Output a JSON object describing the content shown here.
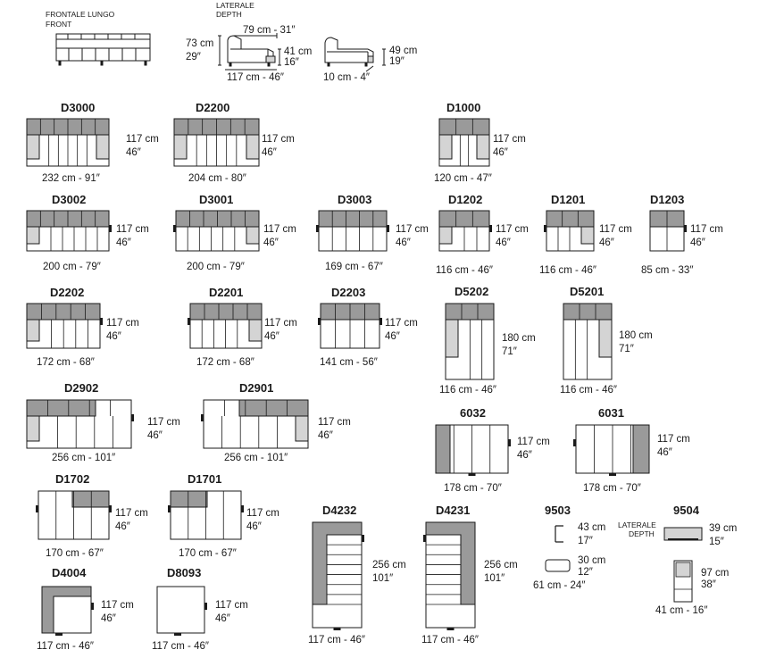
{
  "header": {
    "front_line1": "FRONTALE LUNGO",
    "front_line2": "FRONT",
    "side_line1": "LATERALE",
    "side_line2": "DEPTH",
    "h73a": "73 cm",
    "h73b": "29″",
    "d79": "79 cm - 31″",
    "h41a": "41 cm",
    "h41b": "16″",
    "d117": "117 cm - 46″",
    "d10": "10 cm - 4″",
    "h49a": "49 cm",
    "h49b": "19″"
  },
  "modules": [
    {
      "code": "D3000",
      "width": "232 cm - 91″",
      "depth_cm": "117 cm",
      "depth_in": "46″"
    },
    {
      "code": "D2200",
      "width": "204 cm - 80″",
      "depth_cm": "117 cm",
      "depth_in": "46″"
    },
    {
      "code": "D1000",
      "width": "120 cm - 47″",
      "depth_cm": "117 cm",
      "depth_in": "46″"
    },
    {
      "code": "D3002",
      "width": "200 cm - 79″",
      "depth_cm": "117 cm",
      "depth_in": "46″"
    },
    {
      "code": "D3001",
      "width": "200 cm - 79″",
      "depth_cm": "117 cm",
      "depth_in": "46″"
    },
    {
      "code": "D3003",
      "width": "169 cm - 67″",
      "depth_cm": "117 cm",
      "depth_in": "46″"
    },
    {
      "code": "D1202",
      "width": "116 cm - 46″",
      "depth_cm": "117 cm",
      "depth_in": "46″"
    },
    {
      "code": "D1201",
      "width": "116 cm - 46″",
      "depth_cm": "117 cm",
      "depth_in": "46″"
    },
    {
      "code": "D1203",
      "width": "85 cm - 33″",
      "depth_cm": "117 cm",
      "depth_in": "46″"
    },
    {
      "code": "D2202",
      "width": "172 cm - 68″",
      "depth_cm": "117 cm",
      "depth_in": "46″"
    },
    {
      "code": "D2201",
      "width": "172 cm - 68″",
      "depth_cm": "117 cm",
      "depth_in": "46″"
    },
    {
      "code": "D2203",
      "width": "141 cm - 56″",
      "depth_cm": "117 cm",
      "depth_in": "46″"
    },
    {
      "code": "D5202",
      "width": "116 cm - 46″",
      "depth_cm": "180 cm",
      "depth_in": "71″"
    },
    {
      "code": "D5201",
      "width": "116 cm - 46″",
      "depth_cm": "180 cm",
      "depth_in": "71″"
    },
    {
      "code": "D2902",
      "width": "256 cm - 101″",
      "depth_cm": "117 cm",
      "depth_in": "46″"
    },
    {
      "code": "D2901",
      "width": "256 cm - 101″",
      "depth_cm": "117 cm",
      "depth_in": "46″"
    },
    {
      "code": "6032",
      "width": "178 cm - 70″",
      "depth_cm": "117 cm",
      "depth_in": "46″"
    },
    {
      "code": "6031",
      "width": "178 cm - 70″",
      "depth_cm": "117 cm",
      "depth_in": "46″"
    },
    {
      "code": "D1702",
      "width": "170 cm - 67″",
      "depth_cm": "117 cm",
      "depth_in": "46″"
    },
    {
      "code": "D1701",
      "width": "170 cm - 67″",
      "depth_cm": "117 cm",
      "depth_in": "46″"
    },
    {
      "code": "D4232",
      "width": "117 cm - 46″",
      "depth_cm": "256 cm",
      "depth_in": "101″"
    },
    {
      "code": "D4231",
      "width": "117 cm - 46″",
      "depth_cm": "256 cm",
      "depth_in": "101″"
    },
    {
      "code": "9503",
      "width": "61 cm - 24″",
      "depth_cm": "43 cm",
      "depth_in": "17″",
      "depth2_cm": "30 cm",
      "depth2_in": "12″"
    },
    {
      "code": "9504",
      "width": "41 cm - 16″",
      "depth_cm": "39 cm",
      "depth_in": "15″",
      "depth2_cm": "97 cm",
      "depth2_in": "38″",
      "side_line1": "LATERALE",
      "side_line2": "DEPTH"
    },
    {
      "code": "D4004",
      "width": "117 cm - 46″",
      "depth_cm": "117 cm",
      "depth_in": "46″"
    },
    {
      "code": "D8093",
      "width": "117 cm - 46″",
      "depth_cm": "117 cm",
      "depth_in": "46″"
    }
  ],
  "colors": {
    "line": "#1a1a1a",
    "shade": "#9a9a9a",
    "light": "#d4d4d4",
    "white": "#ffffff"
  }
}
